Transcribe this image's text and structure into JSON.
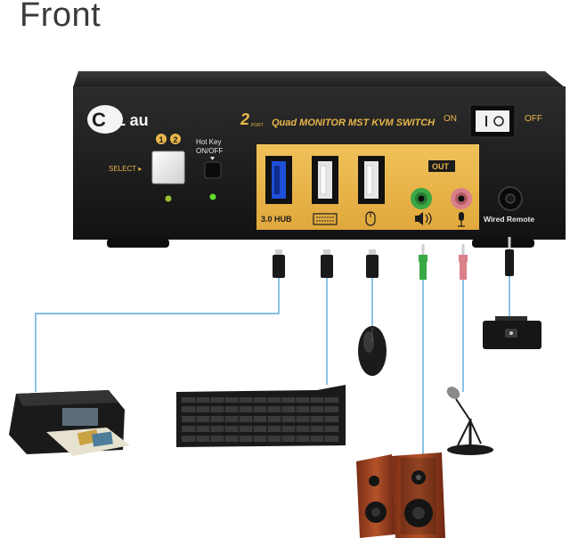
{
  "page_title": "Front",
  "device": {
    "logo_text": "KL au",
    "logo_letter": "C",
    "port_digit": "2",
    "port_word": "PORT",
    "model_title": "Quad MONITOR MST KVM SWITCH",
    "select_label": "SELECT ▸",
    "channel_1": "1",
    "channel_2": "2",
    "hotkey_label_1": "Hot Key",
    "hotkey_label_2": "ON/OFF",
    "power_on_label": "ON",
    "power_off_label": "OFF",
    "out_label": "OUT",
    "hub_label": "3.0 HUB",
    "wired_remote_label": "Wired Remote"
  },
  "peripherals": [
    "printer",
    "keyboard",
    "mouse",
    "speakers",
    "microphone",
    "wired-remote"
  ],
  "colors": {
    "panel": "#1c1c1c",
    "orange_panel": "#e8b64a",
    "usb_blue": "#1f4fd8",
    "audio_green": "#3aa845",
    "audio_pink": "#d9808a",
    "led_green": "#5fe02e",
    "cable_blue": "#5aa7d8"
  }
}
